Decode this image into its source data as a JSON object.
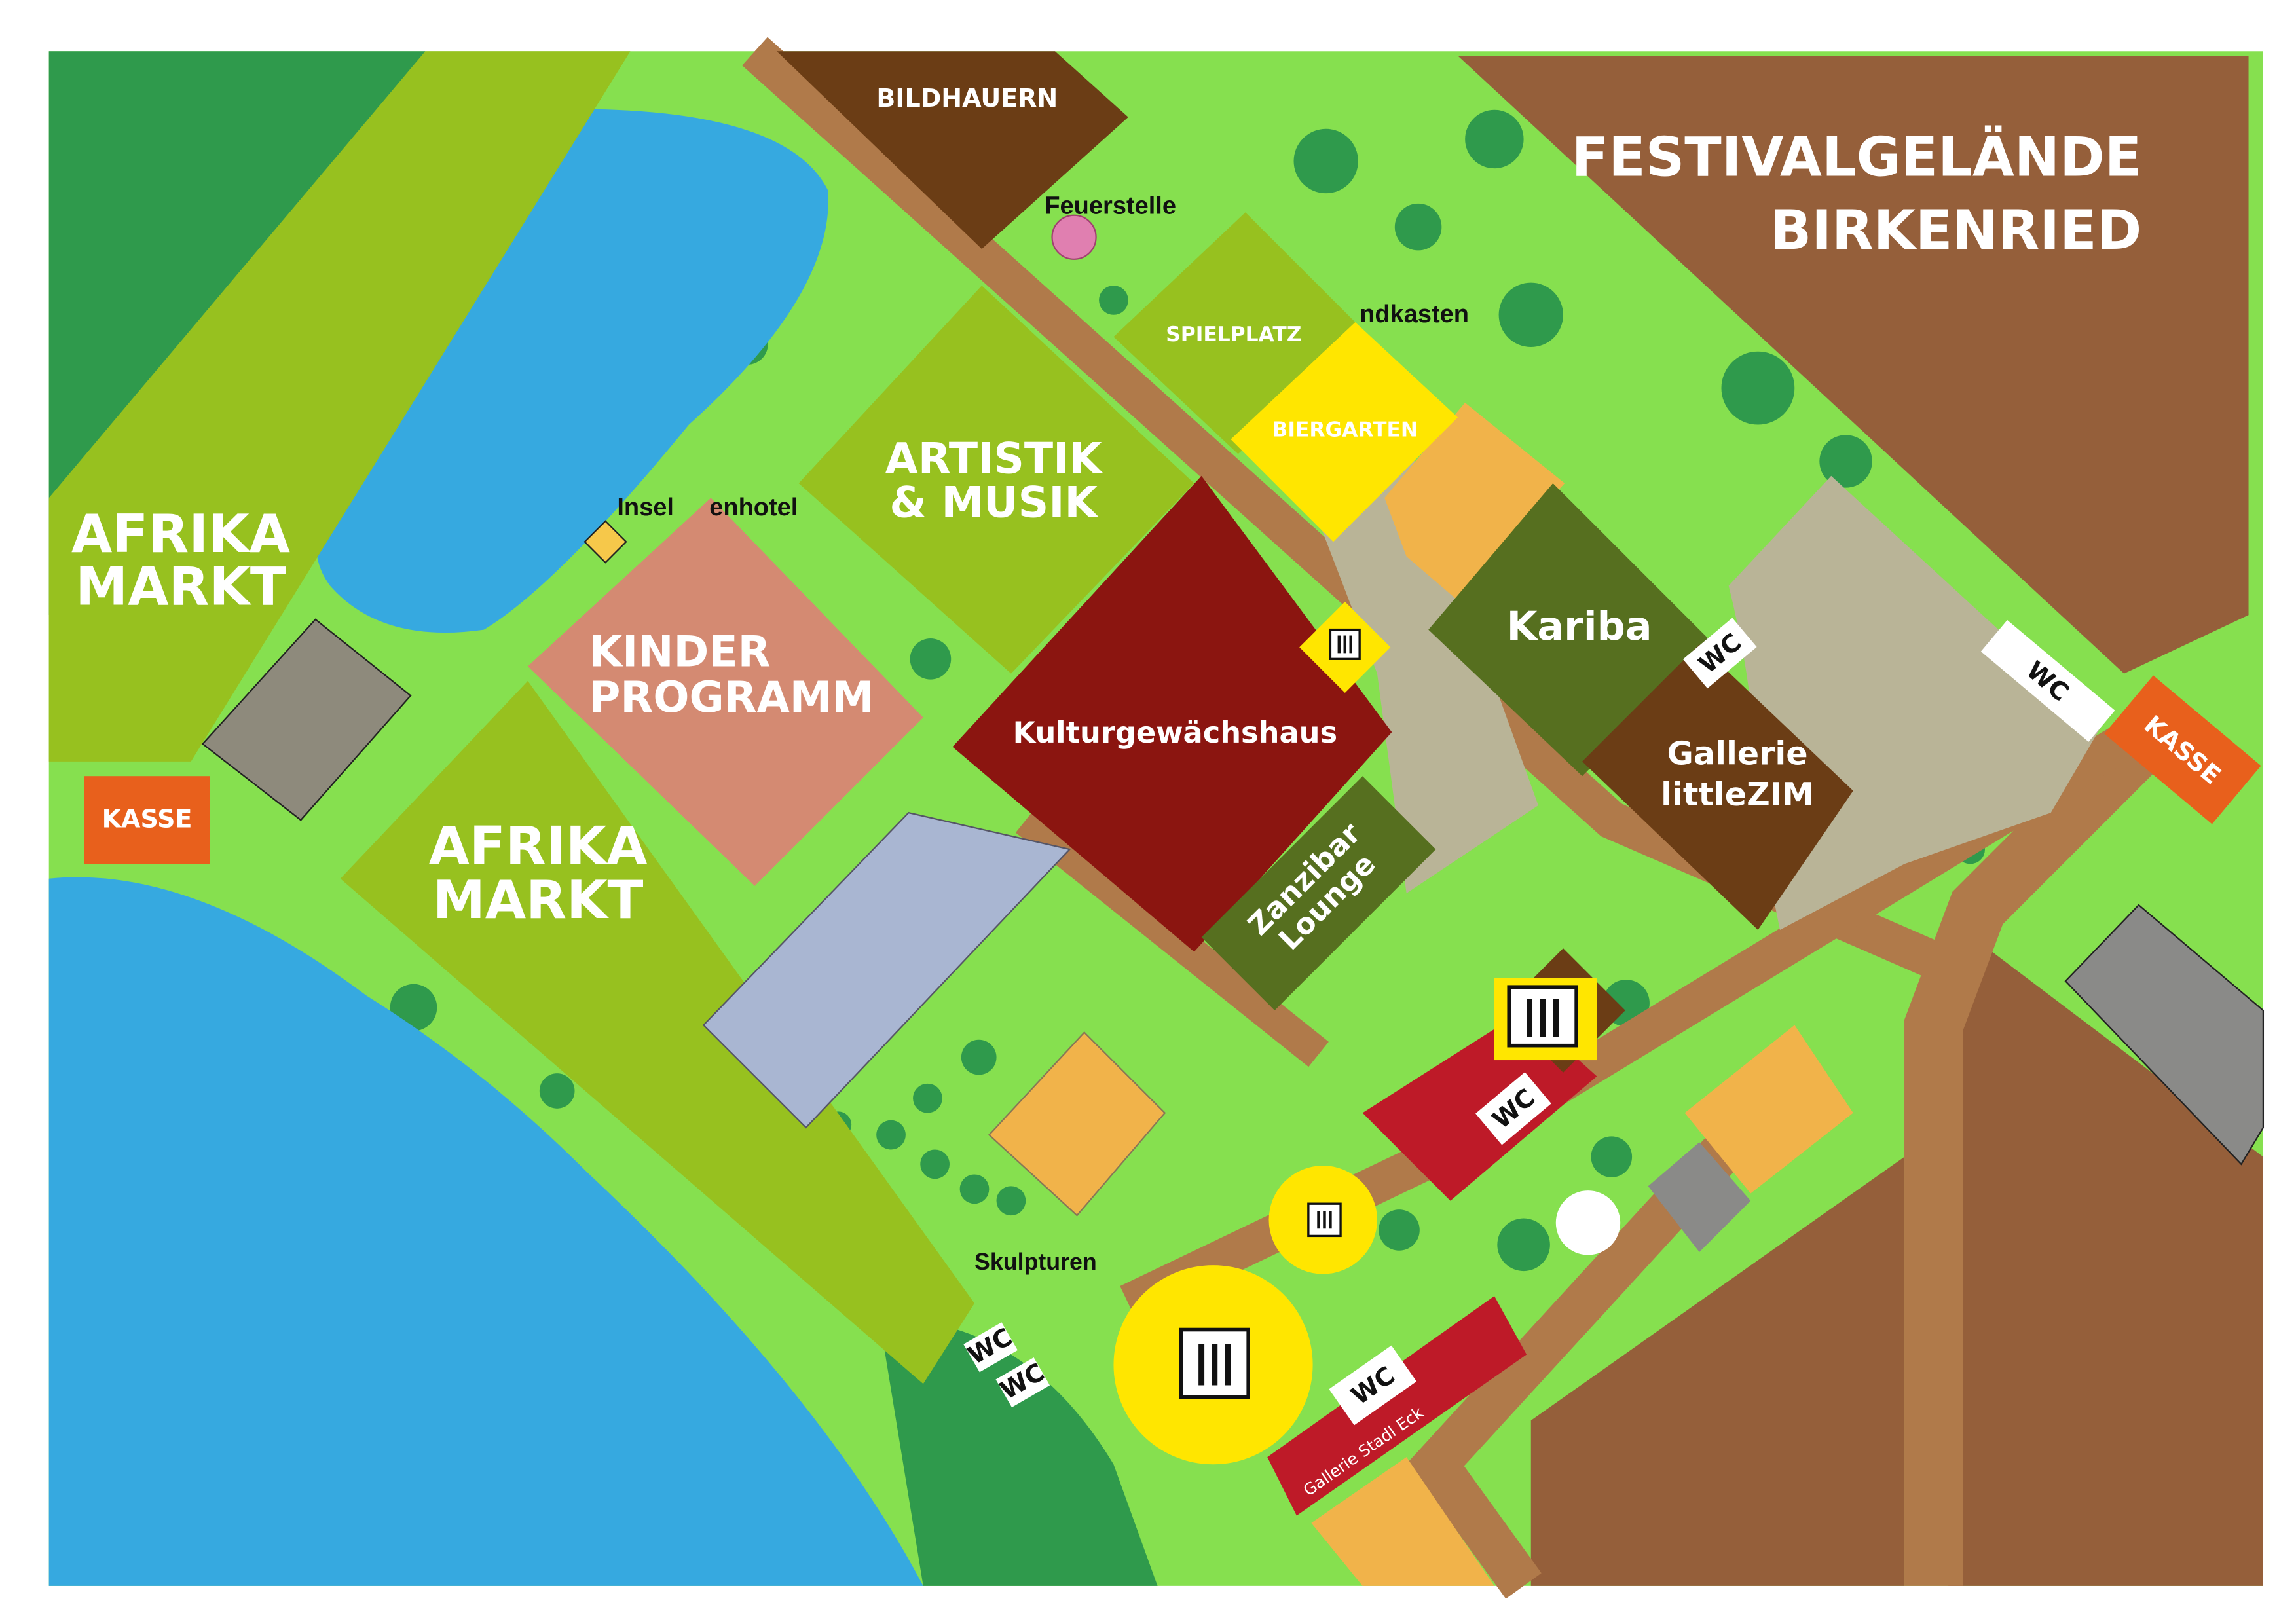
{
  "title": {
    "line1": "FESTIVALGELÄNDE",
    "line2": "BIRKENRIED"
  },
  "areas": {
    "afrika_markt_1": {
      "line1": "AFRIKA",
      "line2": "MARKT"
    },
    "afrika_markt_2": {
      "line1": "AFRIKA",
      "line2": "MARKT"
    },
    "kinder_programm": {
      "line1": "KINDER",
      "line2": "PROGRAMM"
    },
    "artistik_musik": {
      "line1": "ARTISTIK",
      "line2": "& MUSIK"
    },
    "kulturgewaechshaus": "Kulturgewächshaus",
    "spielplatz": "SPIELPLATZ",
    "biergarten": "BIERGARTEN",
    "kariba": "Kariba",
    "gallerie_littlezim": {
      "line1": "Gallerie",
      "line2": "littleZIM"
    },
    "zanzibar_lounge": {
      "line1": "Zanzibar",
      "line2": "Lounge"
    },
    "bildhauern": "BILDHAUERN",
    "gallerie_stadl_eck": "Gallerie Stadl Eck"
  },
  "kasse_label": "KASSE",
  "wc_label": "WC",
  "places": {
    "feuerstelle": "Feuerstelle",
    "sandkasten": "ndkasten",
    "insektenhotel_left": "Insel",
    "insektenhotel_right": "enhotel",
    "skulpturen": "Skulpturen"
  },
  "icons": {
    "food": "fork-knife-icon",
    "toilet": "wc-sign"
  },
  "colors": {
    "grass": "#86e04f",
    "dark_green": "#2f9a4c",
    "water": "#36a9e0",
    "road": "#b07a4a",
    "festival_brown": "#955f3a",
    "lime": "#97c11f",
    "kasse": "#e8601c",
    "yellow": "#ffe600",
    "dark_red": "#8b1510"
  }
}
